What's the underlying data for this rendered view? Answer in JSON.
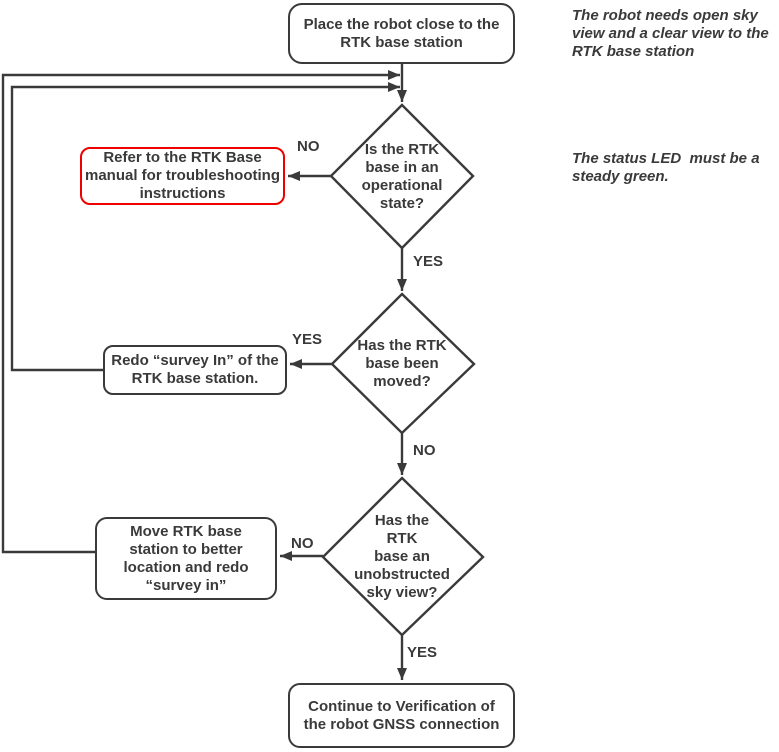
{
  "colors": {
    "line": "#3a3a3a",
    "alert_border": "#ee0000",
    "background": "#ffffff"
  },
  "nodes": {
    "start": {
      "text": "Place the robot close to the\nRTK base station"
    },
    "decision_operational": {
      "text": "Is the RTK\nbase in an\noperational\nstate?"
    },
    "refer_manual": {
      "text": "Refer to the RTK Base\nmanual for troubleshooting\ninstructions"
    },
    "redo_survey": {
      "text": "Redo “survey In” of the\nRTK base station."
    },
    "decision_moved": {
      "text": "Has the RTK\nbase been\nmoved?"
    },
    "move_base": {
      "text": "Move RTK base\nstation to better\nlocation and redo\n“survey in”"
    },
    "decision_sky_view": {
      "text": "Has the\nRTK\nbase an\nunobstructed\nsky view?"
    },
    "end": {
      "text": "Continue to Verification of\nthe robot GNSS connection"
    }
  },
  "labels": {
    "no_operational": "NO",
    "yes_operational": "YES",
    "yes_moved": "YES",
    "no_moved": "NO",
    "no_sky_view": "NO",
    "yes_sky_view": "YES"
  },
  "notes": {
    "open_sky": "The robot needs open sky\nview and a clear view to the\nRTK base station",
    "status_led": "The status LED  must be a\nsteady green."
  }
}
